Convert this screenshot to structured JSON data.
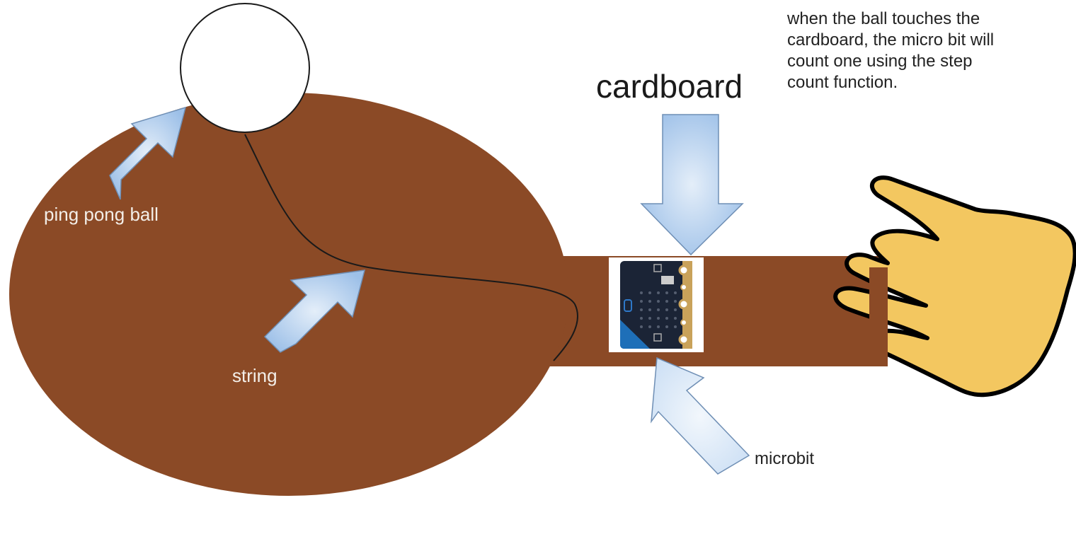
{
  "labels": {
    "ping_pong_ball": "ping pong ball",
    "string": "string",
    "cardboard": "cardboard",
    "microbit": "microbit"
  },
  "note_lines": [
    "when the ball touches the",
    "cardboard, the micro bit will",
    "count one using the step",
    "count function."
  ],
  "colors": {
    "paddle": "#8B4A26",
    "hand": "#F3C760",
    "arrow": "#A9C8EC",
    "arrow_light": "#DCE9F7",
    "label_on_paddle": "#F3EEE8",
    "text": "#222222"
  },
  "icons": {
    "microbit": "microbit-board-icon",
    "hand": "hand-icon"
  }
}
